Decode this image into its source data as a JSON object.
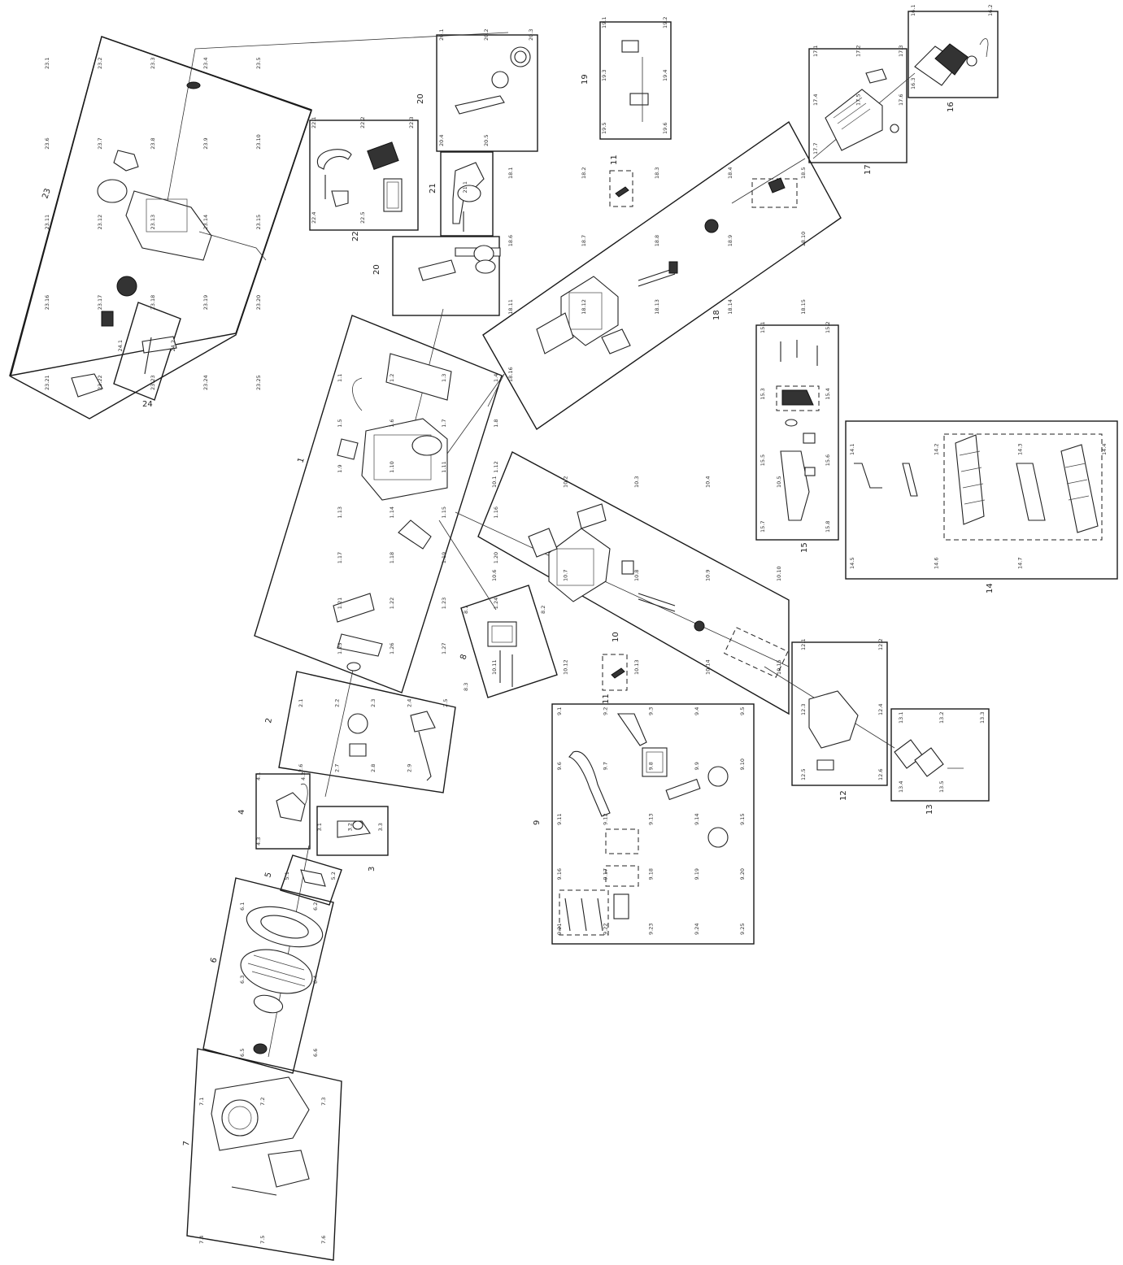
{
  "groups": [
    {
      "id": "g1",
      "label": "1",
      "parts": [
        "1.1",
        "1.2",
        "1.3",
        "1.4",
        "1.5",
        "1.6",
        "1.7",
        "1.8",
        "1.9",
        "1.10",
        "1.11",
        "1.12",
        "1.13",
        "1.14",
        "1.15",
        "1.16",
        "1.17",
        "1.18",
        "1.19",
        "1.20",
        "1.21",
        "1.22",
        "1.23",
        "1.24",
        "1.25",
        "1.26",
        "1.27"
      ]
    },
    {
      "id": "g2",
      "label": "2",
      "parts": [
        "2.1",
        "2.2",
        "2.3",
        "2.4",
        "2.5",
        "2.6",
        "2.7",
        "2.8",
        "2.9"
      ]
    },
    {
      "id": "g3",
      "label": "3",
      "parts": [
        "3.1",
        "3.2",
        "3.3"
      ]
    },
    {
      "id": "g4",
      "label": "4",
      "parts": [
        "4.1",
        "4.2",
        "4.3"
      ]
    },
    {
      "id": "g5",
      "label": "5",
      "parts": [
        "5.1",
        "5.2"
      ]
    },
    {
      "id": "g6",
      "label": "6",
      "parts": [
        "6.1",
        "6.2",
        "6.3",
        "6.4",
        "6.5",
        "6.6"
      ]
    },
    {
      "id": "g7",
      "label": "7",
      "parts": [
        "7.1",
        "7.2",
        "7.3",
        "7.4",
        "7.5",
        "7.6"
      ]
    },
    {
      "id": "g8",
      "label": "8",
      "parts": [
        "8.1",
        "8.2",
        "8.3"
      ]
    },
    {
      "id": "g9",
      "label": "9",
      "parts": [
        "9.1",
        "9.2",
        "9.3",
        "9.4",
        "9.5",
        "9.6",
        "9.7",
        "9.8",
        "9.9",
        "9.10",
        "9.11",
        "9.12",
        "9.13",
        "9.14",
        "9.15",
        "9.16",
        "9.17",
        "9.18",
        "9.19",
        "9.20",
        "9.21",
        "9.22",
        "9.23",
        "9.24",
        "9.25"
      ]
    },
    {
      "id": "g10",
      "label": "10",
      "parts": [
        "10.1",
        "10.2",
        "10.3",
        "10.4",
        "10.5",
        "10.6",
        "10.7",
        "10.8",
        "10.9",
        "10.10",
        "10.11",
        "10.12",
        "10.13",
        "10.14",
        "10.15"
      ]
    },
    {
      "id": "g11",
      "label": "11",
      "parts": []
    },
    {
      "id": "g12",
      "label": "12",
      "parts": [
        "12.1",
        "12.2",
        "12.3",
        "12.4",
        "12.5",
        "12.6"
      ]
    },
    {
      "id": "g13",
      "label": "13",
      "parts": [
        "13.1",
        "13.2",
        "13.3",
        "13.4",
        "13.5"
      ]
    },
    {
      "id": "g14",
      "label": "14",
      "parts": [
        "14.1",
        "14.2",
        "14.3",
        "14.4",
        "14.5",
        "14.6",
        "14.7"
      ]
    },
    {
      "id": "g15",
      "label": "15",
      "parts": [
        "15.1",
        "15.2",
        "15.3",
        "15.4",
        "15.5",
        "15.6",
        "15.7",
        "15.8"
      ]
    },
    {
      "id": "g16",
      "label": "16",
      "parts": [
        "16.1",
        "16.2",
        "16.3"
      ]
    },
    {
      "id": "g17",
      "label": "17",
      "parts": [
        "17.1",
        "17.2",
        "17.3",
        "17.4",
        "17.5",
        "17.6",
        "17.7"
      ]
    },
    {
      "id": "g18",
      "label": "18",
      "parts": [
        "18.1",
        "18.2",
        "18.3",
        "18.4",
        "18.5",
        "18.6",
        "18.7",
        "18.8",
        "18.9",
        "18.10",
        "18.11",
        "18.12",
        "18.13",
        "18.14",
        "18.15",
        "18.16"
      ]
    },
    {
      "id": "g19",
      "label": "19",
      "parts": [
        "19.1",
        "19.2",
        "19.3",
        "19.4",
        "19.5",
        "19.6"
      ]
    },
    {
      "id": "g20",
      "label": "20",
      "parts": [
        "20.1",
        "20.2",
        "20.3",
        "20.4",
        "20.5"
      ]
    },
    {
      "id": "g21",
      "label": "21",
      "parts": [
        "21.1"
      ]
    },
    {
      "id": "g22",
      "label": "22",
      "parts": [
        "22.1",
        "22.2",
        "22.3",
        "22.4",
        "22.5"
      ]
    },
    {
      "id": "g23",
      "label": "23",
      "parts": [
        "23.1",
        "23.2",
        "23.3",
        "23.4",
        "23.5",
        "23.6",
        "23.7",
        "23.8",
        "23.9",
        "23.10",
        "23.11",
        "23.12",
        "23.13",
        "23.14",
        "23.15",
        "23.16",
        "23.17",
        "23.18",
        "23.19",
        "23.20",
        "23.21",
        "23.22",
        "23.23",
        "23.24",
        "23.25"
      ]
    },
    {
      "id": "g24",
      "label": "24",
      "parts": [
        "24.1",
        "24.2"
      ]
    }
  ]
}
